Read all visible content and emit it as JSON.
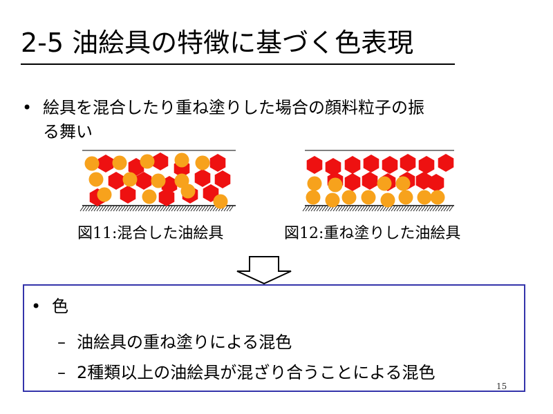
{
  "slide": {
    "title": "2-5 油絵具の特徴に基づく色表現",
    "bullet_line1": "絵具を混合したり重ね塗りした場合の顔料粒子の振",
    "bullet_line2": "る舞い",
    "bullet_marker": "•",
    "figure11_caption": "図11:混合した油絵具",
    "figure12_caption": "図12:重ね塗りした油絵具",
    "box": {
      "heading": "色",
      "items": [
        "油絵具の重ね塗りによる混色",
        "2種類以上の油絵具が混ざり合うことによる混色"
      ],
      "item_marker": "–"
    },
    "page_number": "15"
  },
  "colors": {
    "pigment_red": "#ee1111",
    "pigment_orange": "#f7a21c",
    "box_border": "#3333aa"
  }
}
